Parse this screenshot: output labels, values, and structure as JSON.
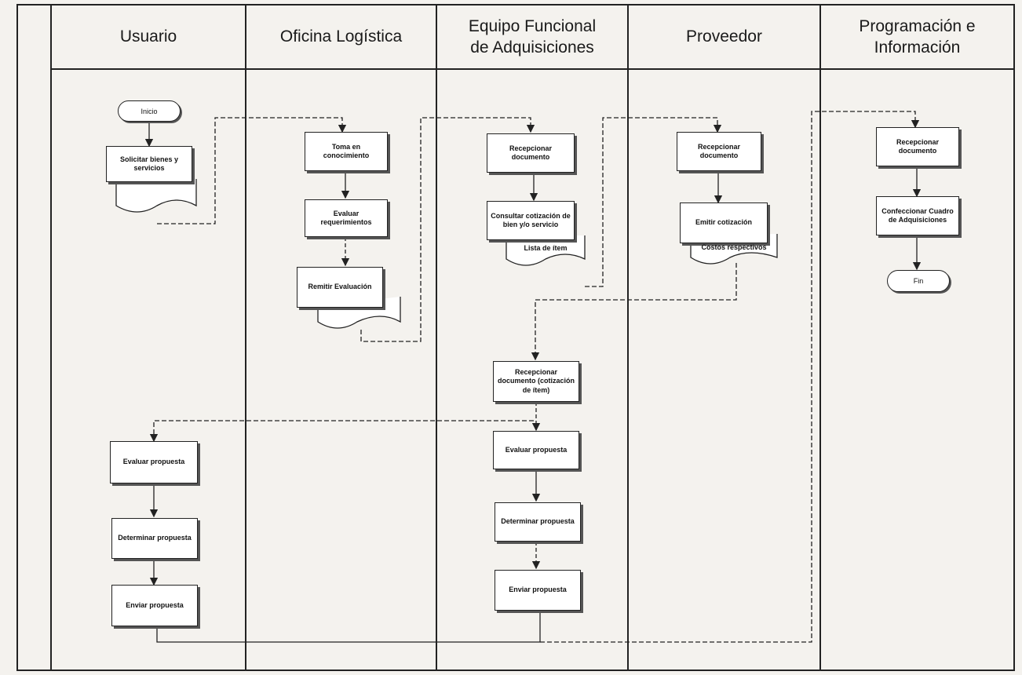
{
  "lanes": [
    {
      "label": "Usuario"
    },
    {
      "label": "Oficina Logística"
    },
    {
      "label": "Equipo Funcional\nde Adquisiciones"
    },
    {
      "label": "Proveedor"
    },
    {
      "label": "Programación e\nInformación"
    }
  ],
  "usuario": {
    "inicio": "Inicio",
    "solicitar": "Solicitar bienes y servicios",
    "evaluar": "Evaluar propuesta",
    "determinar": "Determinar propuesta",
    "enviar": "Enviar propuesta"
  },
  "logistica": {
    "toma": "Toma en conocimiento",
    "evaluar": "Evaluar requerimientos",
    "remitir": "Remitir Evaluación"
  },
  "equipo": {
    "recepcionar": "Recepcionar documento",
    "consultar": "Consultar cotización de bien y/o servicio",
    "lista": "Lista de ítem",
    "recepcionar2": "Recepcionar documento (cotización de ítem)",
    "evaluar": "Evaluar propuesta",
    "determinar": "Determinar propuesta",
    "enviar": "Enviar propuesta"
  },
  "proveedor": {
    "recepcionar": "Recepcionar documento",
    "emitir": "Emitir cotización",
    "costos": "Costos respectivos"
  },
  "programacion": {
    "recepcionar": "Recepcionar documento",
    "confeccionar": "Confeccionar Cuadro de Adquisiciones",
    "fin": "Fin"
  }
}
